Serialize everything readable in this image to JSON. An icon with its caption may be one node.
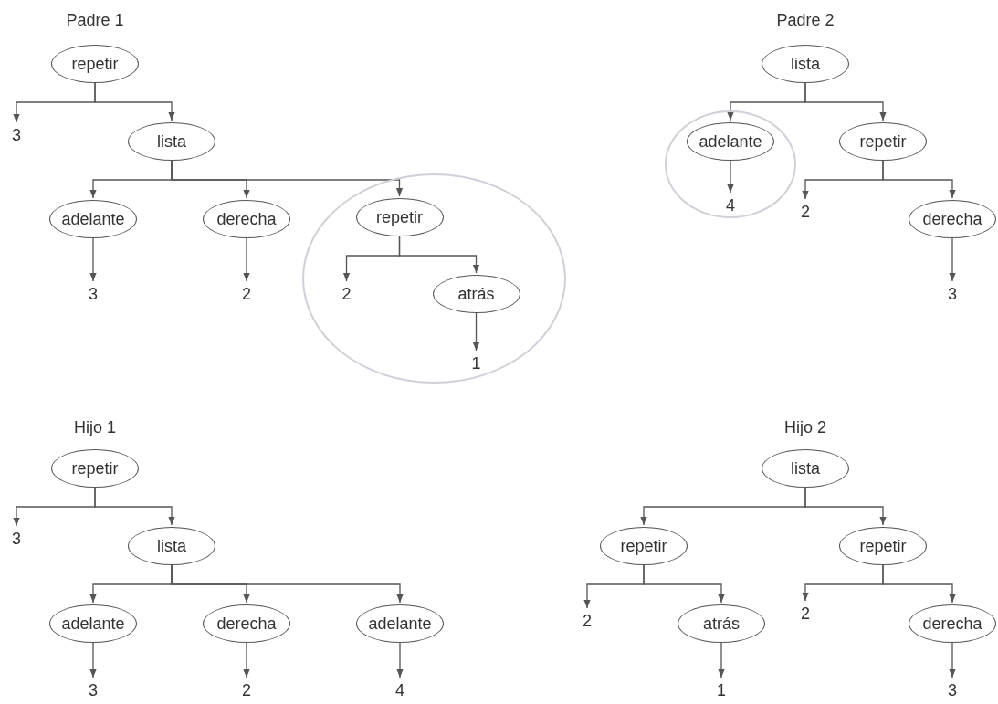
{
  "diagram": {
    "nodes": [
      {
        "text": [
          "repetir"
        ]
      },
      {
        "text": [
          "3"
        ]
      },
      {
        "text": [
          "lista"
        ]
      },
      {
        "text": [
          "adelante"
        ]
      },
      {
        "text": [
          "3"
        ]
      },
      {
        "text": [
          "derecha"
        ]
      },
      {
        "text": [
          "2"
        ]
      },
      {
        "text": [],
        "shape": "circle"
      },
      {
        "text": [
          "repetir"
        ],
        "in": 7
      },
      {
        "text": [
          "2"
        ],
        "in": 7
      },
      {
        "text": [
          "atrás"
        ],
        "in": 7
      },
      {
        "text": [
          "1"
        ],
        "in": 7
      },
      {
        "text": [
          "lista"
        ]
      },
      {
        "text": [],
        "shape": "circle"
      },
      {
        "text": [
          "adelante"
        ],
        "in": 13
      },
      {
        "text": [
          "4"
        ],
        "in": 13
      },
      {
        "text": [
          "repetir"
        ]
      },
      {
        "text": [
          "2"
        ]
      },
      {
        "text": [
          "derecha"
        ]
      },
      {
        "text": [
          "3"
        ]
      },
      {
        "text": [
          "repetir"
        ]
      },
      {
        "text": [
          "3"
        ]
      },
      {
        "text": [
          "lista"
        ]
      },
      {
        "text": [
          "adelante"
        ]
      },
      {
        "text": [
          "3"
        ]
      },
      {
        "text": [
          "derecha"
        ]
      },
      {
        "text": [
          "2"
        ]
      },
      {
        "text": [
          "adelante"
        ]
      },
      {
        "text": [
          "4"
        ]
      },
      {
        "text": [
          "lista"
        ]
      },
      {
        "text": [
          "repetir"
        ]
      },
      {
        "text": [
          "2"
        ]
      },
      {
        "text": [
          "atrás"
        ]
      },
      {
        "text": [
          "1"
        ]
      },
      {
        "text": [
          "repetir"
        ]
      },
      {
        "text": [
          "2"
        ]
      },
      {
        "text": [
          "derecha"
        ]
      },
      {
        "text": [
          "3"
        ]
      }
    ],
    "edges": [
      {
        "from": 0,
        "to": 1,
        "arrow": "to"
      },
      {
        "from": 0,
        "to": 2,
        "arrow": "to"
      },
      {
        "from": 2,
        "to": 3,
        "arrow": "to"
      },
      {
        "from": 2,
        "to": 5,
        "arrow": "to"
      },
      {
        "from": 2,
        "to": 8,
        "arrow": "to"
      },
      {
        "from": 3,
        "to": 4,
        "arrow": "to"
      },
      {
        "from": 5,
        "to": 6,
        "arrow": "to"
      },
      {
        "from": 8,
        "to": 9,
        "arrow": "to"
      },
      {
        "from": 8,
        "to": 10,
        "arrow": "to"
      },
      {
        "from": 10,
        "to": 11,
        "arrow": "to"
      },
      {
        "from": 12,
        "to": 14,
        "arrow": "to"
      },
      {
        "from": 12,
        "to": 16,
        "arrow": "to"
      },
      {
        "from": 14,
        "to": 15,
        "arrow": "to"
      },
      {
        "from": 16,
        "to": 17,
        "arrow": "to"
      },
      {
        "from": 16,
        "to": 18,
        "arrow": "to"
      },
      {
        "from": 18,
        "to": 19,
        "arrow": "to"
      },
      {
        "from": 20,
        "to": 21,
        "arrow": "to"
      },
      {
        "from": 20,
        "to": 22,
        "arrow": "to"
      },
      {
        "from": 22,
        "to": 23,
        "arrow": "to"
      },
      {
        "from": 22,
        "to": 25,
        "arrow": "to"
      },
      {
        "from": 22,
        "to": 27,
        "arrow": "to"
      },
      {
        "from": 23,
        "to": 24,
        "arrow": "to"
      },
      {
        "from": 25,
        "to": 26,
        "arrow": "to"
      },
      {
        "from": 27,
        "to": 28,
        "arrow": "to"
      },
      {
        "from": 29,
        "to": 30,
        "arrow": "to"
      },
      {
        "from": 29,
        "to": 34,
        "arrow": "to"
      },
      {
        "from": 30,
        "to": 31,
        "arrow": "to"
      },
      {
        "from": 30,
        "to": 32,
        "arrow": "to"
      },
      {
        "from": 32,
        "to": 33,
        "arrow": "to"
      },
      {
        "from": 34,
        "to": 35,
        "arrow": "to"
      },
      {
        "from": 34,
        "to": 36,
        "arrow": "to"
      },
      {
        "from": 36,
        "to": 37,
        "arrow": "to"
      }
    ],
    "labels": [
      "Padre 1",
      "Padre 2",
      "Hijo 1",
      "Hijo 2"
    ]
  }
}
